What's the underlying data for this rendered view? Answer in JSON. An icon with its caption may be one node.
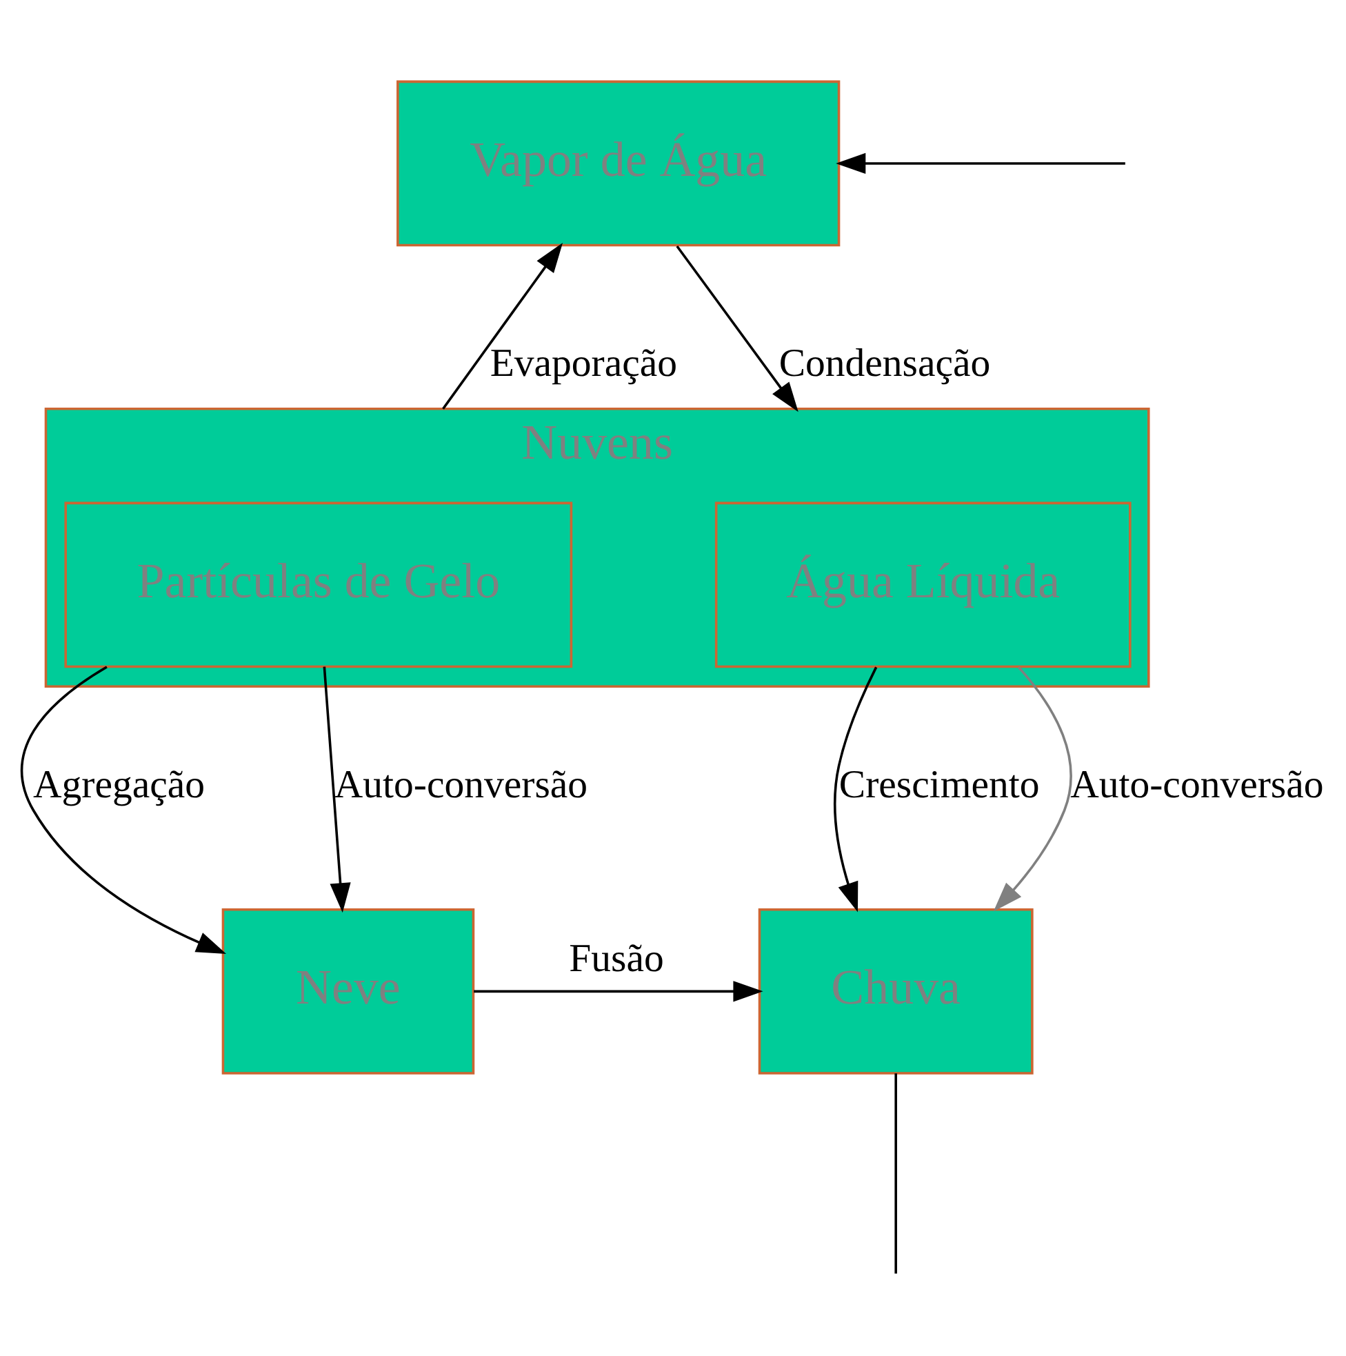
{
  "diagram": {
    "nodes": [
      {
        "text": [
          "Vapor de Água"
        ]
      },
      {
        "text": [
          "Nuvens"
        ]
      },
      {
        "text": [
          "Água Líquida"
        ],
        "in": 1
      },
      {
        "text": [
          "Partículas de Gelo"
        ],
        "in": 1
      },
      {
        "text": [
          "Chuva"
        ]
      },
      {
        "text": [
          "Neve"
        ]
      }
    ],
    "edges": [
      {
        "from": 0,
        "to": 1,
        "arrow": "to",
        "label": "Condensação"
      },
      {
        "from": 1,
        "to": 0,
        "arrow": "to",
        "label": "Evaporação"
      },
      {
        "from": null,
        "to": 0,
        "arrow": "to"
      },
      {
        "from": 2,
        "to": 4,
        "arrow": "to",
        "label": "Crescimento"
      },
      {
        "from": 2,
        "to": 4,
        "arrow": "to",
        "label": "Auto-conversão",
        "color": "#808080"
      },
      {
        "from": 3,
        "to": 5,
        "arrow": "to",
        "label": "Agregação"
      },
      {
        "from": 3,
        "to": 5,
        "arrow": "to",
        "label": "Auto-conversão"
      },
      {
        "from": 5,
        "to": 4,
        "arrow": "to",
        "label": "Fusão"
      },
      {
        "from": 4,
        "to": null,
        "arrow": "none"
      }
    ]
  }
}
